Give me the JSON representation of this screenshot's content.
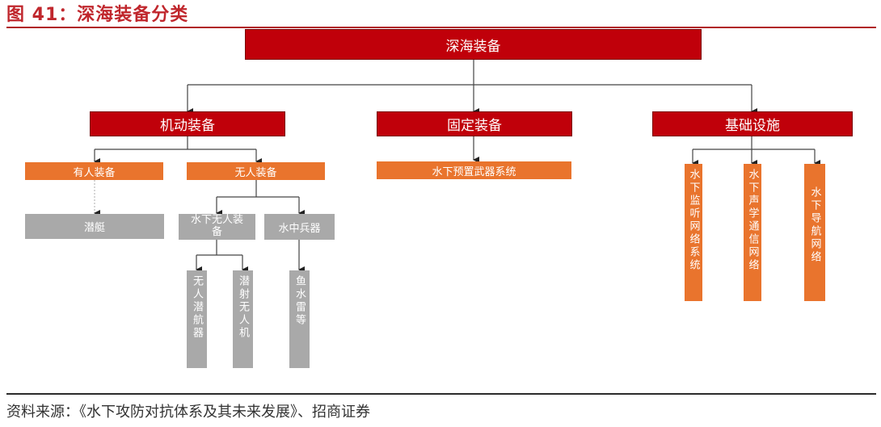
{
  "title": "图 41：深海装备分类",
  "source": "资料来源：《水下攻防对抗体系及其未来发展》、招商证券",
  "diagram": {
    "root": "深海装备",
    "level1": [
      "机动装备",
      "固定装备",
      "基础设施"
    ],
    "mobile": {
      "manned": "有人装备",
      "unmanned": "无人装备",
      "submarine": "潜艇",
      "uuv_equipment": "水下无人装备",
      "underwater_weapons": "水中兵器",
      "unmanned_submersible": "无人潜航器",
      "submarine_launched_uav": "潜射无人机",
      "torpedo_mines": "鱼水雷等"
    },
    "fixed": {
      "preset_weapons": "水下预置武器系统"
    },
    "infrastructure": {
      "monitoring_network": "水下监听网络系统",
      "acoustic_comm_network": "水下声学通信网络",
      "navigation_network": "水下导航网络"
    }
  }
}
